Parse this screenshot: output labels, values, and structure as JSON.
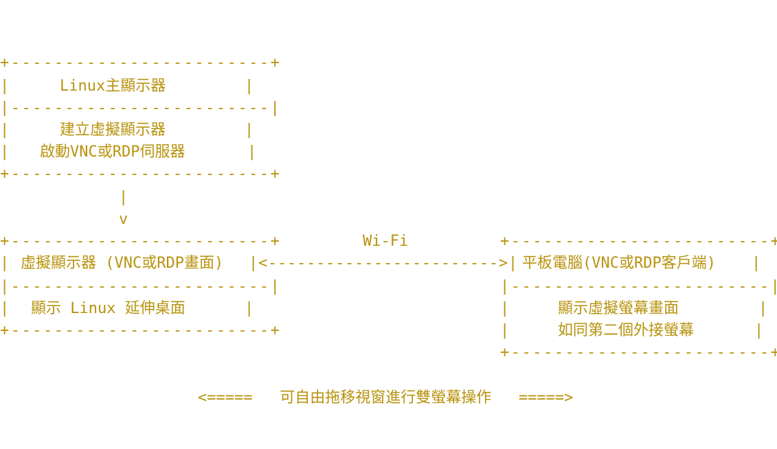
{
  "border": "+------------------------+",
  "divider": "|------------------------|",
  "bar": "|",
  "down_arrow": "v",
  "server_box": {
    "title": "Linux主顯示器",
    "line1": "建立虛擬顯示器",
    "line2": "啟動VNC或RDP伺服器"
  },
  "virtual_box": {
    "title": "虛擬顯示器 (VNC或RDP畫面)",
    "line1": "顯示 Linux 延伸桌面"
  },
  "link": {
    "label": "Wi-Fi",
    "arrow": "|<------------------------>|"
  },
  "tablet_box": {
    "title": "平板電腦(VNC或RDP客戶端)",
    "line1": "顯示虛擬螢幕畫面",
    "line2": "如同第二個外接螢幕"
  },
  "footer": "<=====   可自由拖移視窗進行雙螢幕操作   =====>",
  "colors": {
    "text": "#b8930f",
    "background": "#ffffff"
  }
}
